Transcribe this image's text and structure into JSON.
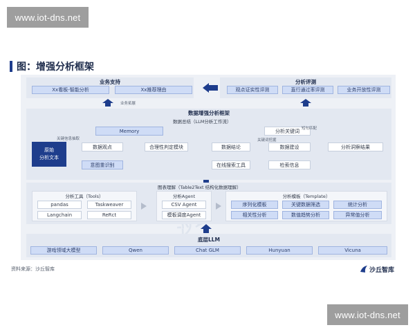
{
  "watermark": {
    "top": "www.iot-dns.net",
    "bottom": "www.iot-dns.net"
  },
  "figure": {
    "title": "图：增强分析框架"
  },
  "business_support": {
    "title": "业务支持",
    "items": [
      "Xx看板-智能分析",
      "Xx推荐理由"
    ],
    "expand_label": "业务拓展"
  },
  "business_eval": {
    "title": "分析评测",
    "items": [
      "观点证实性评测",
      "直行通过率评测",
      "业务开放性评测"
    ]
  },
  "enhance": {
    "title": "数据增强分析框架",
    "summary_title": "数据总结（LLM分析工作流）",
    "source": "原始\n分析文本",
    "memory": "Memory",
    "nodes": {
      "viewpoint": "数据观点",
      "reasonable": "合理性判定模块",
      "conclusion": "数据结论",
      "suggestion": "数据建设",
      "insight": "分析洞察结果",
      "analysis_kw": "分析关键词",
      "intent": "意图重识别",
      "search_tool": "在线搜索工具",
      "retrieve": "检索信息"
    },
    "labels": {
      "kw_extract": "关键信息抽取",
      "kw_mining": "关键词挖掘",
      "short_match": "短句匹配"
    }
  },
  "table2text": {
    "title": "图表理解（Table2Text 结构化数据理解）",
    "tools": {
      "title": "分析工具（Tools）",
      "items": [
        "pandas",
        "Taskweaver",
        "Langchain",
        "ReRct"
      ]
    },
    "agent": {
      "title": "分析Agent",
      "items": [
        "CSV Agent",
        "模板调度Agent"
      ]
    },
    "templates": {
      "title": "分析模板（Template）",
      "items": [
        "序列化模板",
        "关键数据筛选",
        "统计分析",
        "相关性分析",
        "数值趋势分析",
        "异常值分析"
      ]
    }
  },
  "llm": {
    "title": "底层LLM",
    "items": [
      "游戏领域大模型",
      "Qwen",
      "Chat GLM",
      "Hunyuan",
      "Vicuna"
    ]
  },
  "footer": {
    "source": "资料来源：沙丘智库",
    "logo_text": "沙丘智库"
  },
  "brand_watermark": "沙丘智库",
  "colors": {
    "accent": "#1e3d8c",
    "light_blue": "#cfdcf6",
    "panel": "#eef1f6"
  }
}
